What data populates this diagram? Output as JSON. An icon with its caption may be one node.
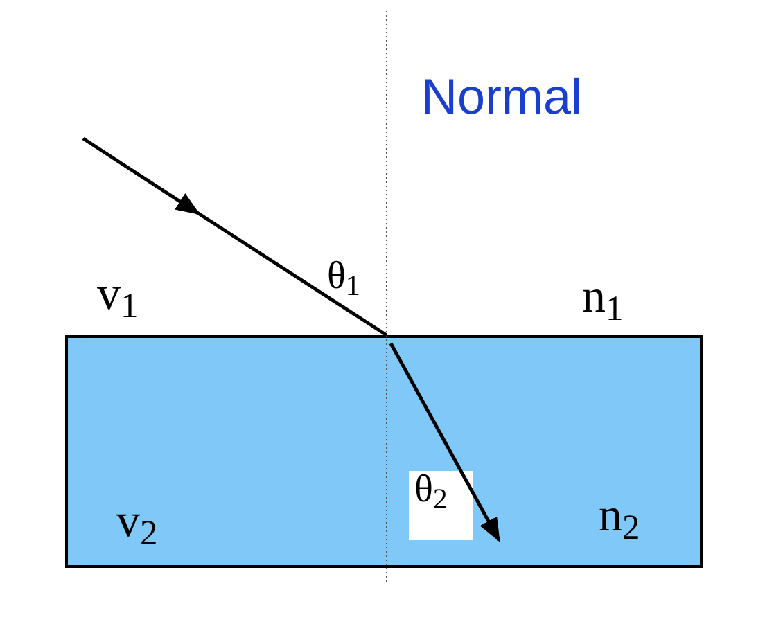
{
  "diagram": {
    "nodes": [
      {
        "text": [
          "θ$_{2}$",
          "v$_{2}$",
          "n$_{2}$"
        ]
      }
    ],
    "labels": [
      "Normal",
      "θ$_{1}$",
      "v$_{1}$",
      "n$_{1}$"
    ]
  }
}
